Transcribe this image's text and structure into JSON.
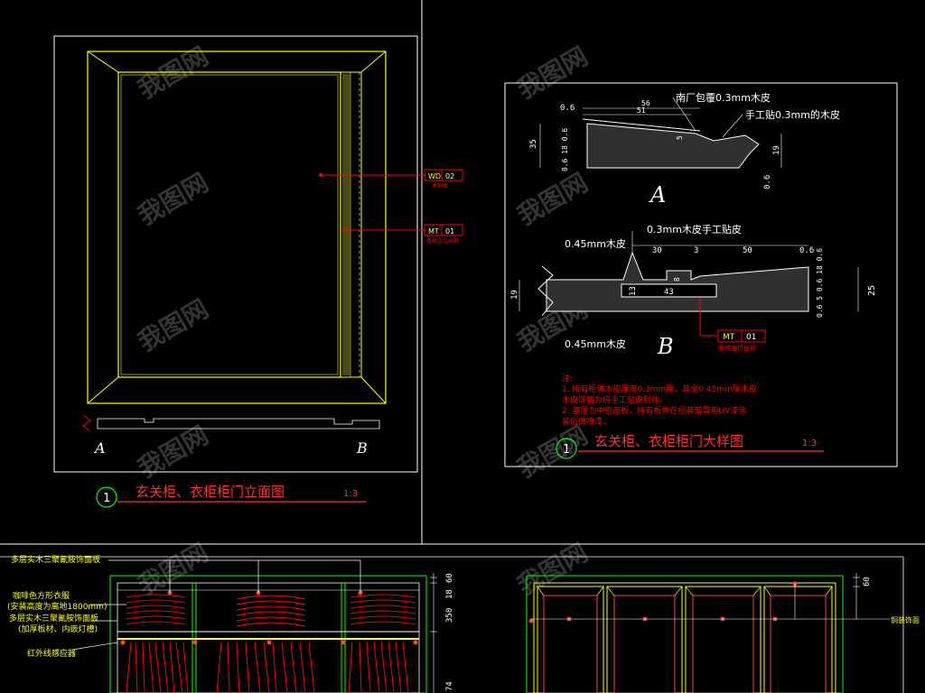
{
  "colors": {
    "background": "#000000",
    "frame": "#ffffff",
    "yellow": "#ffff00",
    "red": "#ff0000",
    "green": "#00ff00",
    "title_red": "#ff3030",
    "watermark": "#3a3a3a"
  },
  "drawing1": {
    "number": "1",
    "title": "玄关柜、衣柜柜门立面图",
    "scale": "1:3",
    "label_a": "A",
    "label_b": "B",
    "tag1_code": "WD",
    "tag1_num": "02",
    "tag1_note": "木饰面",
    "tag2_code": "MT",
    "tag2_num": "01",
    "tag2_note": "香槟金拉丝钢"
  },
  "drawing2": {
    "number": "1",
    "title": "玄关柜、衣柜柜门大样图",
    "scale": "1:3",
    "label_a": "A",
    "label_b": "B",
    "a_note1": "南厂包覆0.3mm木皮",
    "a_note2": "手工贴0.3mm的木皮",
    "a_dim_06_top": "0.6",
    "a_dim_56": "56",
    "a_dim_51": "51",
    "a_dim_35": "35",
    "a_dim_stack": "0.6 18 0.6",
    "a_dim_19": "19",
    "a_dim_06_bottom": "0.6",
    "a_dim_5": "5",
    "b_note_top": "0.3mm木皮手工贴皮",
    "b_note_left_top": "0.45mm木皮",
    "b_note_left_bottom": "0.45mm木皮",
    "b_dim_30": "30",
    "b_dim_3": "3",
    "b_dim_50": "50",
    "b_dim_06": "0.6",
    "b_dim_19": "19",
    "b_dim_13": "13",
    "b_dim_43": "43",
    "b_dim_8": "8",
    "b_dim_25": "25",
    "b_dim_stack": "0.6 5 0.6 18 0.6",
    "b_tag_code": "MT",
    "b_tag_num": "01",
    "b_tag_note": "香槟金拉丝钢",
    "notes": [
      "注:",
      "1. 所有柜体木皮厚度0.3mm厚，其余0.45mm厚木皮",
      "木皮饰面为纯手工贴皮制作。",
      "2. 基层为中密度板，所有板件在组装前需用UV漆涂",
      "装后做喷漆。"
    ]
  },
  "drawing3": {
    "label_1": "多层实木三聚氰胺饰面板",
    "label_2": "咖啡色方形衣服",
    "label_3": "(安装高度为离地1800mm)",
    "label_4": "多层实木三聚氰胺饰面板",
    "label_5": "(加厚板材、内嵌灯槽)",
    "label_6": "红外线感应器",
    "dim_60": "60",
    "dim_18": "18",
    "dim_350": "350",
    "dim_74": "74",
    "right_dim_60": "60",
    "right_label": "铜装饰面"
  },
  "watermark": {
    "text": "我图网"
  }
}
